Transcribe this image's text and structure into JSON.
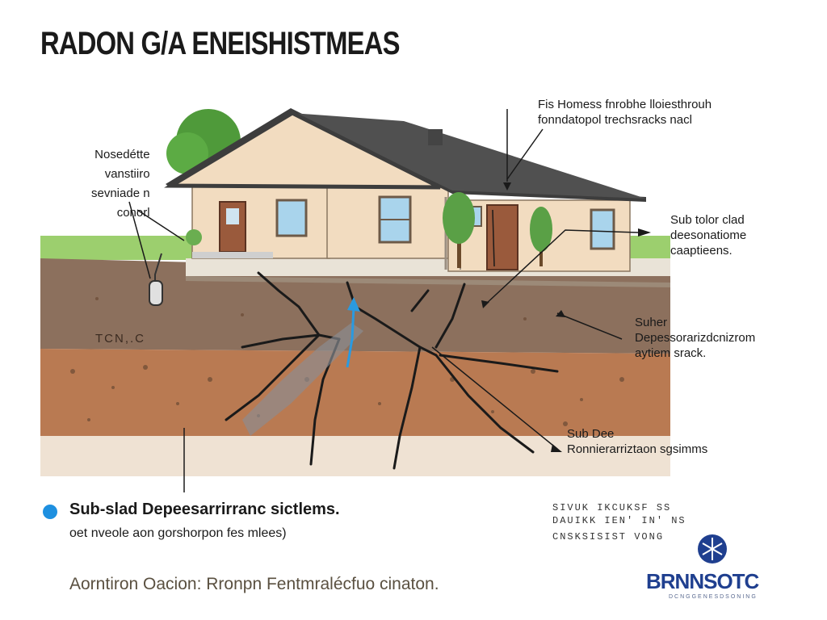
{
  "title": "RADON G/A ENEISHISTMEAS",
  "labels": {
    "top_right": [
      "Fis Homess fnrobhe lloiesthrouh",
      "fonndatopol trechsracks nacl"
    ],
    "left_top": [
      "Nosedétte",
      "vanstiiro",
      "sevniade n",
      "conorl"
    ],
    "right_upper": [
      "Sub tolor clad",
      "deesonatiome",
      "caaptieens."
    ],
    "soil_left": "TCN,.C",
    "right_middle": [
      "Suher",
      "Depessorarizdcnizrom",
      "aytiem srack."
    ],
    "right_lower": [
      "Sub Dee",
      "Ronnierarriztaon sgsimms"
    ]
  },
  "legend": {
    "title": "Sub-slad Depeesarrirranc sictlems.",
    "subtitle": "oet nveole aon gorshorpon fes mlees)"
  },
  "caption": "Aorntiron Oacion: Rronpn Fentmralécfuo cinaton.",
  "side_text": [
    "SIVUK IKCUKSF SS",
    "DAUIKK IEN' IN' NS",
    "CNSKSISIST VONG"
  ],
  "logo": {
    "name": "BRNNSOTC",
    "tagline": "DCNGGENESDSONING",
    "icon": "snowflake-icon"
  },
  "colors": {
    "accent": "#1e90e0",
    "wall": "#f2dcc0",
    "roof": "#4a4a4a",
    "soil_top": "#8a6a55",
    "soil_bottom": "#b8764e"
  }
}
